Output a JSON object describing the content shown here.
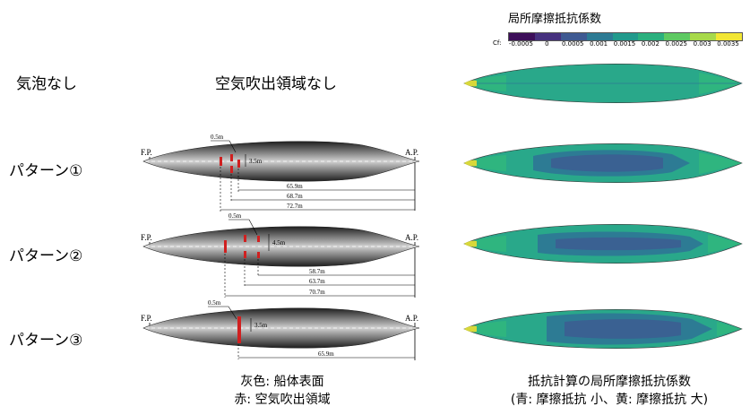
{
  "row_labels": [
    "気泡なし",
    "パターン①",
    "パターン②",
    "パターン③"
  ],
  "top_middle_label": "空気吹出領域なし",
  "colorbar": {
    "title": "局所摩擦抵抗係数",
    "prefix": "Cf:",
    "ticks": [
      "-0.0005",
      "0",
      "0.0005",
      "0.001",
      "0.0015",
      "0.002",
      "0.0025",
      "0.003",
      "0.0035"
    ],
    "colors": [
      "#3d0f5a",
      "#46317e",
      "#3f5a92",
      "#2d7b94",
      "#219a8c",
      "#2bb07e",
      "#5ec962",
      "#a7d94a",
      "#f2e634"
    ]
  },
  "diagrams": [
    {
      "fp": "F.P.",
      "ap": "A.P.",
      "top_dim": "0.5m",
      "side_dim": "3.5m",
      "dims": [
        "65.9m",
        "68.7m",
        "72.7m"
      ]
    },
    {
      "fp": "F.P.",
      "ap": "A.P.",
      "top_dim": "0.5m",
      "side_dim": "4.5m",
      "dims": [
        "58.7m",
        "63.7m",
        "70.7m"
      ]
    },
    {
      "fp": "F.P.",
      "ap": "A.P.",
      "top_dim": "0.5m",
      "side_dim": "3.5m",
      "dims": [
        "65.9m"
      ]
    }
  ],
  "caption_left": [
    "灰色: 船体表面",
    "赤: 空気吹出領域"
  ],
  "caption_right": [
    "抵抗計算の局所摩擦抵抗係数",
    "(青: 摩擦抵抗 小、黄: 摩擦抵抗 大)"
  ]
}
